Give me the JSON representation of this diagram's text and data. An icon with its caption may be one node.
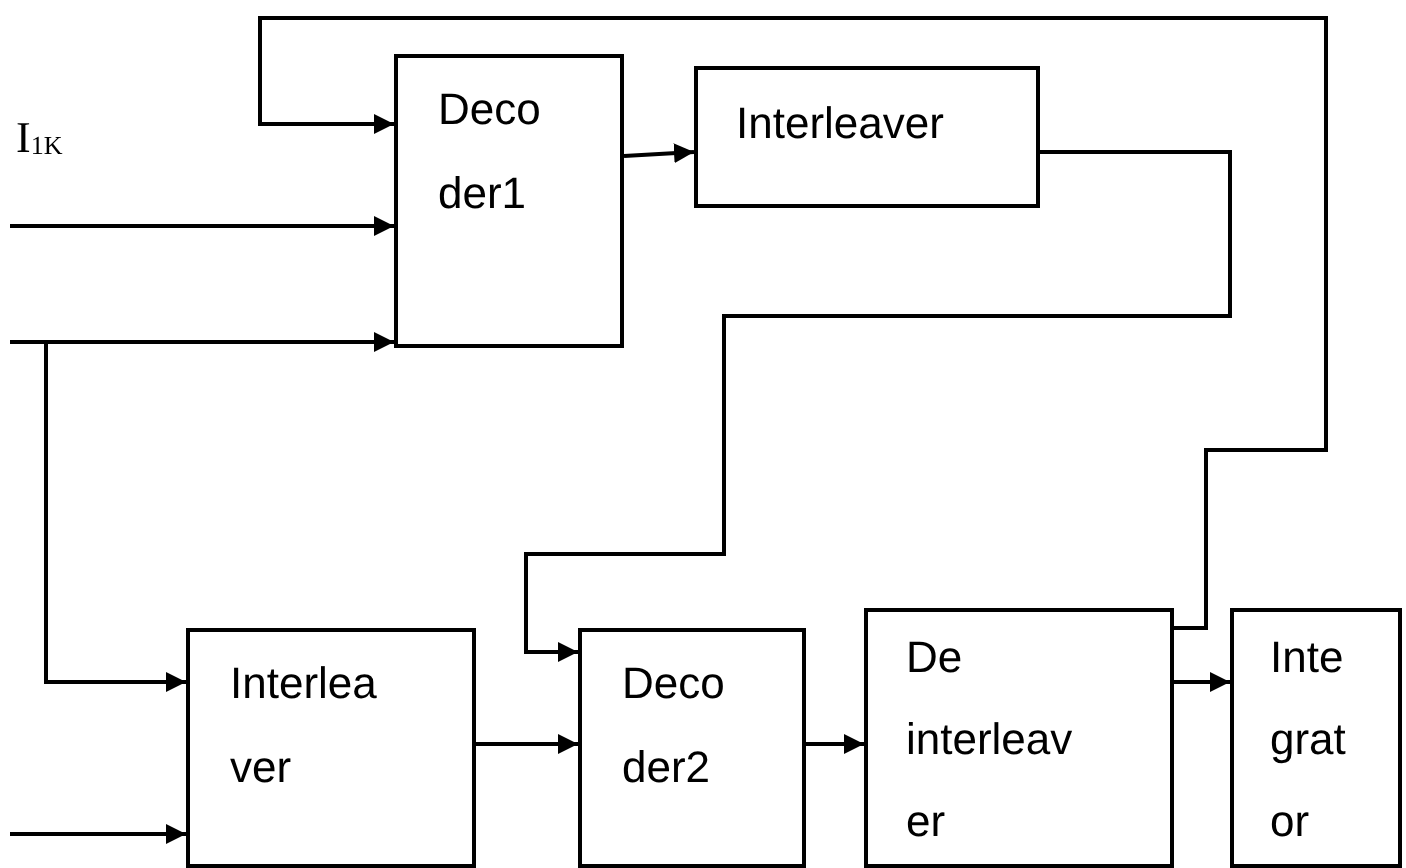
{
  "diagram": {
    "nodes": [
      {
        "text": [
          "Deco der1"
        ]
      },
      {
        "text": [
          "Interleaver"
        ]
      },
      {
        "text": [
          "Interlea ver"
        ]
      },
      {
        "text": [
          "Deco der2"
        ]
      },
      {
        "text": [
          "De interleav er"
        ]
      },
      {
        "text": [
          "Inte grat or"
        ]
      }
    ],
    "edges": [
      {
        "from": null,
        "to": 0,
        "arrow": "to"
      },
      {
        "from": null,
        "to": 0,
        "arrow": "to"
      },
      {
        "from": null,
        "to": 2,
        "arrow": "to"
      },
      {
        "from": null,
        "to": 2,
        "arrow": "to"
      },
      {
        "from": 0,
        "to": 1,
        "arrow": "to"
      },
      {
        "from": 1,
        "to": 3,
        "arrow": "to"
      },
      {
        "from": 2,
        "to": 3,
        "arrow": "to"
      },
      {
        "from": 3,
        "to": 4,
        "arrow": "to"
      },
      {
        "from": 4,
        "to": 5,
        "arrow": "to"
      },
      {
        "from": 4,
        "to": 0,
        "arrow": "to"
      }
    ],
    "labels": [
      "I$_{1K}$"
    ]
  }
}
